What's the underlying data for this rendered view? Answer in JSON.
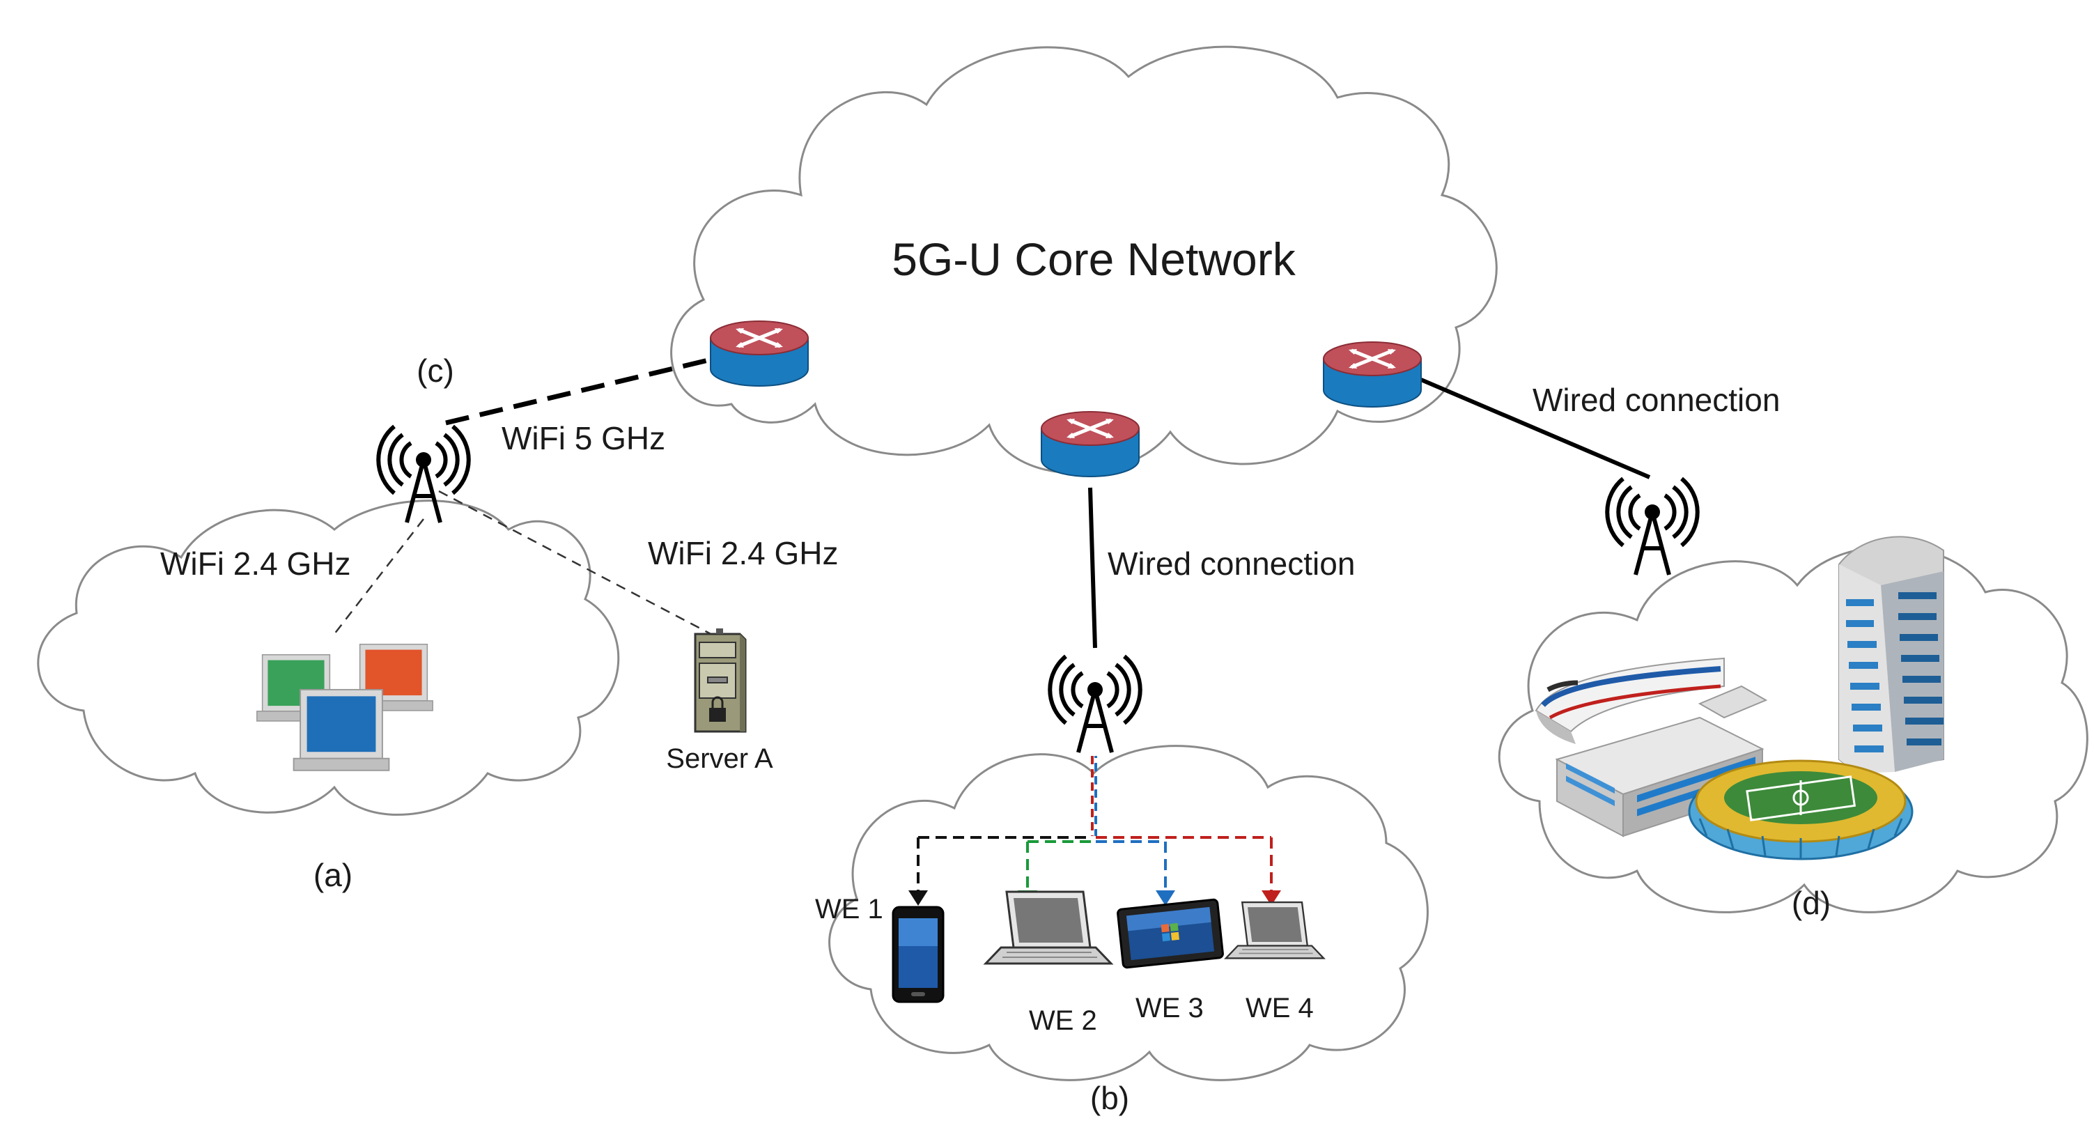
{
  "title": "5G-U Core Network",
  "links": {
    "wifi5": "WiFi 5 GHz",
    "wifi24_left": "WiFi 2.4 GHz",
    "wifi24_right": "WiFi 2.4 GHz",
    "wired_center": "Wired connection",
    "wired_right": "Wired connection"
  },
  "nodes": {
    "server": "Server A",
    "we1": "WE 1",
    "we2": "WE 2",
    "we3": "WE 3",
    "we4": "WE 4"
  },
  "captions": {
    "a": "(a)",
    "b": "(b)",
    "c": "(c)",
    "d": "(d)"
  },
  "colors": {
    "router_top": "#c0505a",
    "router_side": "#1a7bbf",
    "we1_line": "#111111",
    "we2_line": "#1a9a3a",
    "we3_line": "#1f6fc0",
    "we4_line": "#c0201d",
    "monitor_green": "#3aa15a",
    "monitor_orange": "#e2542a",
    "monitor_blue": "#1e6fb8"
  },
  "icons": [
    "cloud",
    "router-icon",
    "antenna-tower-icon",
    "computer-monitor-icon",
    "file-server-icon",
    "smartphone-icon",
    "laptop-icon",
    "tablet-icon",
    "train-icon",
    "building-icon",
    "skyscraper-icon",
    "stadium-icon"
  ]
}
